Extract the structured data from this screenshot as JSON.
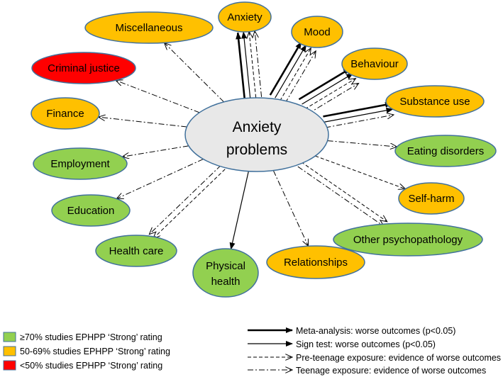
{
  "center": {
    "label_line1": "Anxiety",
    "label_line2": "problems"
  },
  "colors": {
    "green": "#92d050",
    "orange": "#ffc000",
    "red": "#ff0000",
    "center_fill": "#e8e8e8",
    "stroke": "#41719c"
  },
  "nodes": [
    {
      "id": "anxiety",
      "label": "Anxiety",
      "rating": "orange"
    },
    {
      "id": "mood",
      "label": "Mood",
      "rating": "orange"
    },
    {
      "id": "behaviour",
      "label": "Behaviour",
      "rating": "orange"
    },
    {
      "id": "substance-use",
      "label": "Substance use",
      "rating": "orange"
    },
    {
      "id": "eating-disorders",
      "label": "Eating disorders",
      "rating": "green"
    },
    {
      "id": "self-harm",
      "label": "Self-harm",
      "rating": "orange"
    },
    {
      "id": "other-psychopathology",
      "label": "Other psychopathology",
      "rating": "green"
    },
    {
      "id": "relationships",
      "label": "Relationships",
      "rating": "orange"
    },
    {
      "id": "physical-health",
      "label_line1": "Physical",
      "label_line2": "health",
      "rating": "green"
    },
    {
      "id": "health-care",
      "label": "Health care",
      "rating": "green"
    },
    {
      "id": "education",
      "label": "Education",
      "rating": "green"
    },
    {
      "id": "employment",
      "label": "Employment",
      "rating": "green"
    },
    {
      "id": "finance",
      "label": "Finance",
      "rating": "orange"
    },
    {
      "id": "criminal-justice",
      "label": "Criminal justice",
      "rating": "red"
    },
    {
      "id": "miscellaneous",
      "label": "Miscellaneous",
      "rating": "orange"
    }
  ],
  "edges": [
    {
      "to": "anxiety",
      "types": [
        "meta",
        "sign",
        "pre",
        "teen"
      ]
    },
    {
      "to": "mood",
      "types": [
        "meta",
        "sign",
        "pre",
        "teen"
      ]
    },
    {
      "to": "behaviour",
      "types": [
        "meta",
        "sign",
        "pre",
        "teen"
      ]
    },
    {
      "to": "substance-use",
      "types": [
        "meta",
        "sign",
        "teen"
      ]
    },
    {
      "to": "eating-disorders",
      "types": [
        "teen"
      ]
    },
    {
      "to": "self-harm",
      "types": [
        "pre"
      ]
    },
    {
      "to": "other-psychopathology",
      "types": [
        "pre",
        "teen"
      ]
    },
    {
      "to": "relationships",
      "types": [
        "teen"
      ]
    },
    {
      "to": "physical-health",
      "types": [
        "sign"
      ]
    },
    {
      "to": "health-care",
      "types": [
        "pre",
        "teen"
      ]
    },
    {
      "to": "education",
      "types": [
        "teen"
      ]
    },
    {
      "to": "employment",
      "types": [
        "teen"
      ]
    },
    {
      "to": "finance",
      "types": [
        "teen"
      ]
    },
    {
      "to": "criminal-justice",
      "types": [
        "teen"
      ]
    },
    {
      "to": "miscellaneous",
      "types": [
        "teen"
      ]
    }
  ],
  "legend_colors": [
    {
      "rating": "green",
      "label": "≥70% studies EPHPP ‘Strong’ rating"
    },
    {
      "rating": "orange",
      "label": "50-69% studies EPHPP ‘Strong’ rating"
    },
    {
      "rating": "red",
      "label": "<50% studies EPHPP ‘Strong’ rating"
    }
  ],
  "legend_lines": [
    {
      "type": "meta",
      "label": "Meta-analysis: worse outcomes (p<0.05)"
    },
    {
      "type": "sign",
      "label": "Sign test: worse outcomes (p<0.05)"
    },
    {
      "type": "pre",
      "label": "Pre-teenage exposure: evidence of worse outcomes"
    },
    {
      "type": "teen",
      "label": "Teenage exposure: evidence of worse outcomes"
    }
  ]
}
